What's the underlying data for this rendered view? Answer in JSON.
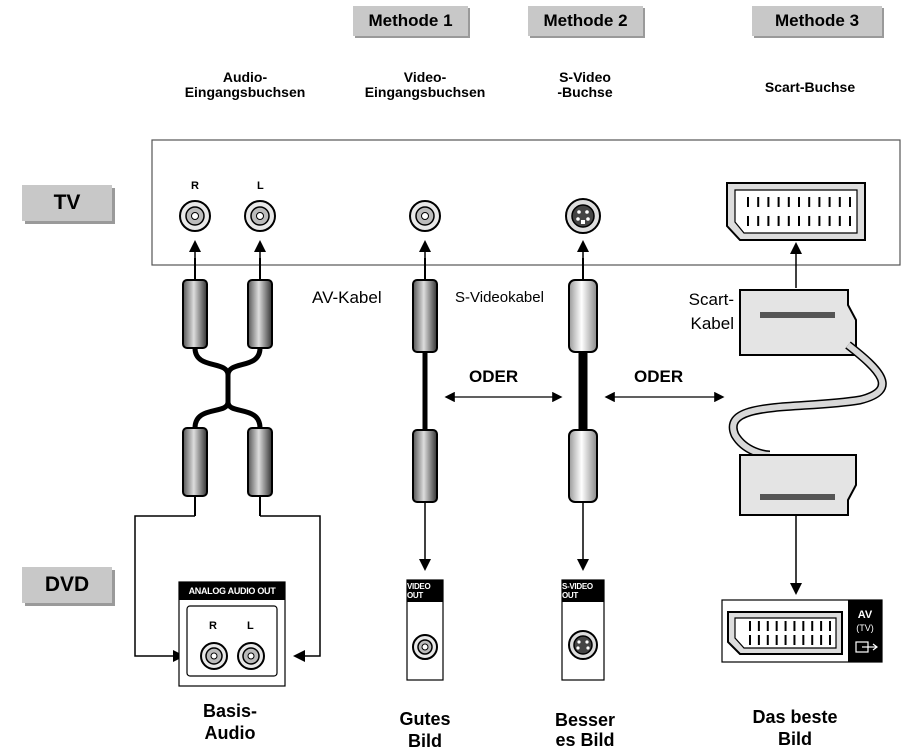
{
  "methods": [
    "Methode 1",
    "Methode 2",
    "Methode 3"
  ],
  "devices": {
    "tv": "TV",
    "dvd": "DVD"
  },
  "headers": {
    "audio": "Audio-\nEingangsbuchsen",
    "video": "Video-\nEingangsbuchsen",
    "svideo": "S-Video\n-Buchse",
    "scart": "Scart-Buchse"
  },
  "tv_pins": {
    "right": "R",
    "left": "L"
  },
  "cables": {
    "av": "AV-Kabel",
    "svideo": "S-Videokabel",
    "scart": "Scart-\nKabel"
  },
  "or_label": "ODER",
  "dvd_panels": {
    "analog_audio": "ANALOG AUDIO OUT",
    "video_out": "VIDEO OUT",
    "svideo_out": "S-VIDEO OUT",
    "av": "AV",
    "av_sub": "(TV)"
  },
  "dvd_pins": {
    "right": "R",
    "left": "L"
  },
  "quality": {
    "basic": "Basis-\nAudio",
    "good": "Gutes\nBild",
    "better": "Besser\nes Bild",
    "best": "Das beste\nBild"
  }
}
